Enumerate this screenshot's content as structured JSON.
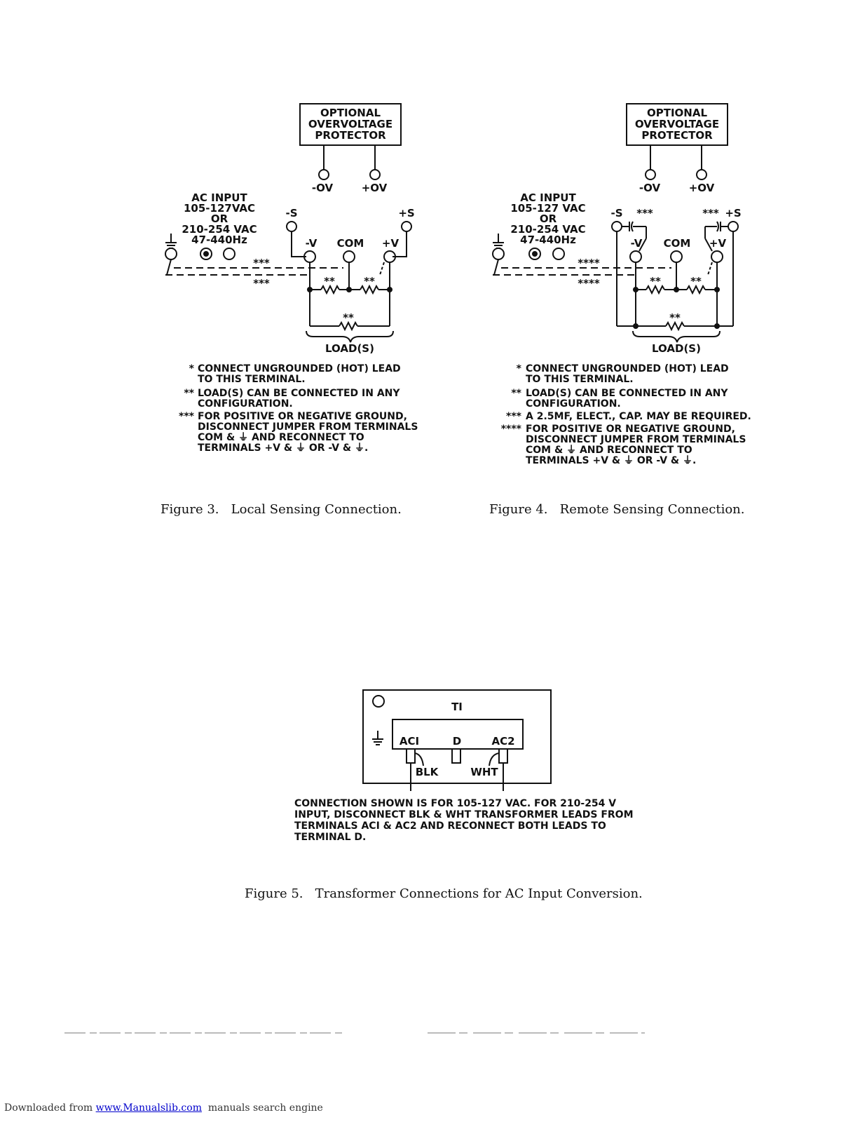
{
  "figure3": {
    "box": [
      "OPTIONAL",
      "OVERVOLTAGE",
      "PROTECTOR"
    ],
    "ov_minus": "-OV",
    "ov_plus": "+OV",
    "ac_input": [
      "AC INPUT",
      "105-127VAC",
      "OR",
      "210-254 VAC",
      "47-440Hz"
    ],
    "sense_minus": "-S",
    "sense_plus": "+S",
    "v_minus": "-V",
    "com": "COM",
    "v_plus": "+V",
    "star2": "**",
    "star3": "***",
    "load": "LOAD(S)",
    "notes": [
      {
        "mark": "*",
        "lines": [
          "CONNECT UNGROUNDED (HOT) LEAD",
          "TO THIS TERMINAL."
        ]
      },
      {
        "mark": "**",
        "lines": [
          "LOAD(S) CAN BE CONNECTED IN ANY",
          "CONFIGURATION."
        ]
      },
      {
        "mark": "***",
        "lines": [
          "FOR POSITIVE OR NEGATIVE GROUND,",
          "DISCONNECT JUMPER FROM TERMINALS",
          "COM & ⏚ AND RECONNECT TO",
          "TERMINALS +V & ⏚ OR -V & ⏚."
        ]
      }
    ],
    "caption": "Figure 3.   Local Sensing Connection."
  },
  "figure4": {
    "box": [
      "OPTIONAL",
      "OVERVOLTAGE",
      "PROTECTOR"
    ],
    "ov_minus": "-OV",
    "ov_plus": "+OV",
    "ac_input": [
      "AC INPUT",
      "105-127 VAC",
      "OR",
      "210-254 VAC",
      "47-440Hz"
    ],
    "sense_minus": "-S",
    "sense_plus": "+S",
    "v_minus": "-V",
    "com": "COM",
    "v_plus": "+V",
    "star2": "**",
    "star3": "***",
    "star4": "****",
    "load": "LOAD(S)",
    "notes": [
      {
        "mark": "*",
        "lines": [
          "CONNECT UNGROUNDED (HOT) LEAD",
          "TO THIS TERMINAL."
        ]
      },
      {
        "mark": "**",
        "lines": [
          "LOAD(S) CAN BE CONNECTED IN ANY",
          "CONFIGURATION."
        ]
      },
      {
        "mark": "***",
        "lines": [
          "A 2.5MF, ELECT., CAP. MAY BE REQUIRED."
        ]
      },
      {
        "mark": "****",
        "lines": [
          "FOR POSITIVE OR NEGATIVE GROUND,",
          "DISCONNECT JUMPER FROM TERMINALS",
          "COM & ⏚ AND RECONNECT TO",
          "TERMINALS +V & ⏚ OR -V & ⏚."
        ]
      }
    ],
    "caption": "Figure 4.   Remote Sensing Connection."
  },
  "figure5": {
    "t1": "TI",
    "ac1": "ACI",
    "d": "D",
    "ac2": "AC2",
    "blk": "BLK",
    "wht": "WHT",
    "note": [
      "CONNECTION SHOWN IS FOR 105-127 VAC. FOR 210-254 V",
      "INPUT, DISCONNECT BLK & WHT TRANSFORMER LEADS FROM",
      "TERMINALS ACI & AC2 AND RECONNECT BOTH LEADS TO",
      "TERMINAL D."
    ],
    "caption": "Figure 5.   Transformer Connections for AC Input Conversion."
  },
  "footer": {
    "prefix": "Downloaded from ",
    "link": "www.Manualslib.com",
    "suffix": "  manuals search engine"
  }
}
